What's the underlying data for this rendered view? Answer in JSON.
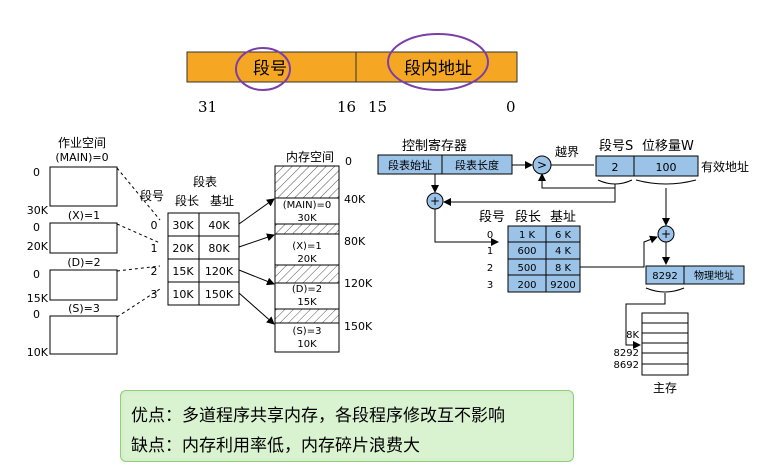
{
  "address_format": {
    "segment_field_label": "段号",
    "offset_field_label": "段内地址",
    "bit_labels": [
      "31",
      "16",
      "15",
      "0"
    ]
  },
  "left_diagram": {
    "job_space_title": "作业空间",
    "main_label": "(MAIN)=0",
    "segments": [
      {
        "label": "(X)=1",
        "start": "0",
        "end": "30K"
      },
      {
        "label": "(D)=2",
        "start": "0",
        "end": "20K"
      },
      {
        "label": "(S)=3",
        "start": "0",
        "end": "15K"
      },
      {
        "label": "",
        "start": "0",
        "end": "10K"
      }
    ],
    "seg_table_title": "段表",
    "seg_no_header": "段号",
    "seg_len_header": "段长",
    "seg_base_header": "基址",
    "table_rows": [
      {
        "no": "0",
        "len": "30K",
        "base": "40K"
      },
      {
        "no": "1",
        "len": "20K",
        "base": "80K"
      },
      {
        "no": "2",
        "len": "15K",
        "base": "120K"
      },
      {
        "no": "3",
        "len": "10K",
        "base": "150K"
      }
    ],
    "memory_title": "内存空间",
    "memory_top": "0",
    "memory_blocks": [
      {
        "label": "(MAIN)=0",
        "size": "30K",
        "addr": "40K"
      },
      {
        "label": "(X)=1",
        "size": "20K",
        "addr": "80K"
      },
      {
        "label": "(D)=2",
        "size": "15K",
        "addr": "120K"
      },
      {
        "label": "(S)=3",
        "size": "10K",
        "addr": "150K"
      }
    ]
  },
  "right_diagram": {
    "control_register_label": "控制寄存器",
    "reg_base_label": "段表始址",
    "reg_len_label": "段表长度",
    "compare_symbol": ">",
    "overflow_label": "越界",
    "seg_s_label": "段号S",
    "offset_w_label": "位移量W",
    "logical_s_value": "2",
    "logical_w_value": "100",
    "effective_addr_label": "有效地址",
    "table_no_header": "段号",
    "table_len_header": "段长",
    "table_base_header": "基址",
    "table_rows": [
      {
        "no": "0",
        "len": "1 K",
        "base": "6 K"
      },
      {
        "no": "1",
        "len": "600",
        "base": "4 K"
      },
      {
        "no": "2",
        "len": "500",
        "base": "8 K"
      },
      {
        "no": "3",
        "len": "200",
        "base": "9200"
      }
    ],
    "adder_symbol": "+",
    "physical_value": "8292",
    "physical_label": "物理地址",
    "mem_marks": [
      "8K",
      "8292",
      "8692"
    ],
    "main_memory_label": "主存"
  },
  "notes": {
    "advantage": "优点：多道程序共享内存，各段程序修改互不影响",
    "disadvantage": "缺点：内存利用率低，内存碎片浪费大"
  },
  "colors": {
    "field_orange": "#f5a623",
    "register_blue": "#9bc3e8",
    "note_green": "#d9f2d0",
    "annotation_purple": "#7b3fa8"
  }
}
